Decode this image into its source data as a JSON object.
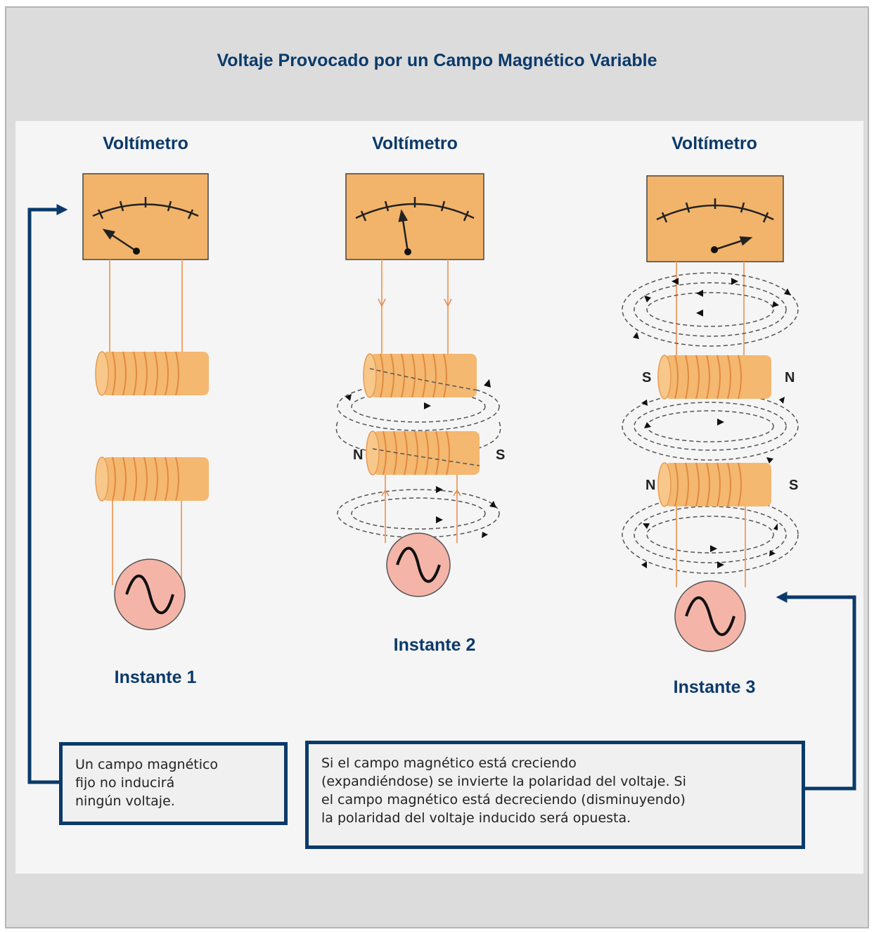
{
  "title": "Voltaje Provocado por un Campo Magnético Variable",
  "panels": [
    {
      "meter_label": "Voltímetro",
      "instant_label": "Instante 1"
    },
    {
      "meter_label": "Voltímetro",
      "instant_label": "Instante 2",
      "pole_left": "N",
      "pole_right": "S"
    },
    {
      "meter_label": "Voltímetro",
      "instant_label": "Instante 3",
      "upper_pole_left": "S",
      "upper_pole_right": "N",
      "lower_pole_left": "N",
      "lower_pole_right": "S"
    }
  ],
  "notes": {
    "left": "Un campo magnético\nfijo no inducirá\nningún voltaje.",
    "right": "Si el campo magnético está creciendo\n(expandiéndose) se invierte la polaridad del voltaje. Si\nel campo magnético está decreciendo (disminuyendo)\nla polaridad del voltaje inducido será opuesta."
  },
  "colors": {
    "navy": "#0b3a6a",
    "coil": "#f4b870",
    "meter": "#f2b46a",
    "source": "#f4b5a8",
    "wire": "#f0a46c"
  }
}
